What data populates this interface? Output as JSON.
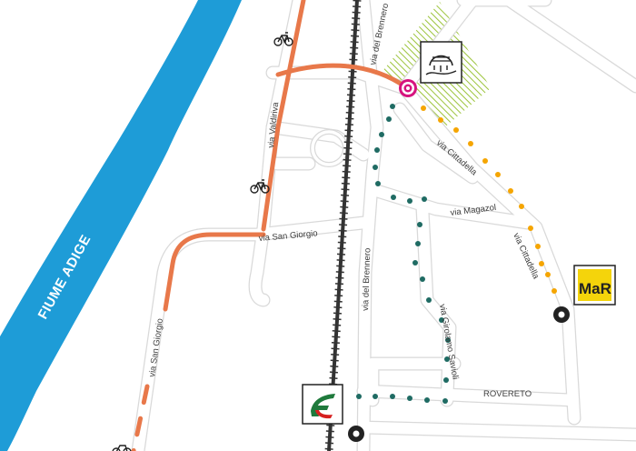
{
  "map": {
    "river": {
      "label": "FIUME ADIGE",
      "color": "#1e9cd7"
    },
    "streets": {
      "via_del_brennero_north": "via del Brennero",
      "via_del_brennero_south": "via del Brennero",
      "via_valdirivo": "via Valdiriva",
      "via_san_giorgio_east": "via San Giorgio",
      "via_san_giorgio_west": "via San Giorgio",
      "via_cittadella_north": "via Cittadella",
      "via_cittadella_south": "via Cittadella",
      "via_magazol": "via Magazol",
      "via_girolamo_savioli": "via Girolamo Savioli",
      "rovereto": "ROVERETO"
    },
    "colors": {
      "bike_route": "#e8784a",
      "walk_route_green": "#1f6b63",
      "walk_route_orange": "#f5a500",
      "destination_marker": "#d6137e",
      "park_hatch": "#9cc43b",
      "railway": "#333333",
      "road_outline": "#d9d9d9"
    },
    "icons": [
      "destination-target-icon",
      "hill-park-icon",
      "train-station-icon",
      "mart-museum-icon",
      "bus-stop-icon",
      "bicycle-icon"
    ],
    "mart_logo": "MaR"
  }
}
